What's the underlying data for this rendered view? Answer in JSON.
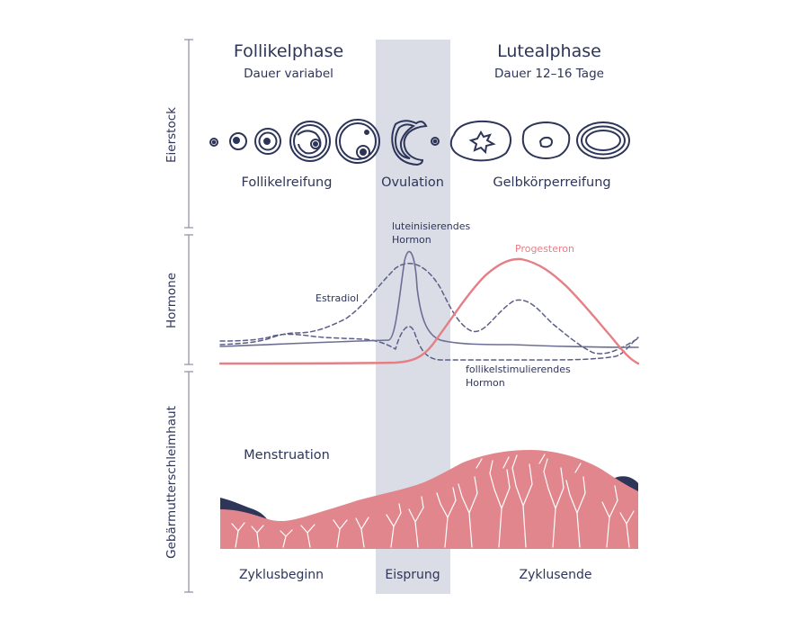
{
  "colors": {
    "ink": "#2d3559",
    "band": "#dadde6",
    "axis": "#8a8fa3",
    "progesterone": "#e57f86",
    "endometrium": "#e2868d",
    "endometrium_dark": "#2d3559",
    "lh": "#6d6e94",
    "estradiol": "#5c5e88",
    "fsh": "#5c5e88"
  },
  "phases": {
    "follicular": {
      "title": "Follikelphase",
      "subtitle": "Dauer variabel"
    },
    "luteal": {
      "title": "Lutealphase",
      "subtitle": "Dauer 12–16 Tage"
    }
  },
  "sections": {
    "ovary": "Eierstock",
    "hormones": "Hormone",
    "endometrium": "Gebärmutterschleimhaut"
  },
  "ovary_row": {
    "left": "Follikelreifung",
    "middle": "Ovulation",
    "right": "Gelbkörperreifung"
  },
  "hormones": {
    "lh": {
      "line1": "luteinisierendes",
      "line2": "Hormon"
    },
    "estradiol": "Estradiol",
    "progesterone": "Progesteron",
    "fsh": {
      "line1": "follikelstimulierendes",
      "line2": "Hormon"
    }
  },
  "endometrium": {
    "menstruation": "Menstruation"
  },
  "bottom_row": {
    "left": "Zyklusbeginn",
    "middle": "Eisprung",
    "right": "Zyklusende"
  }
}
